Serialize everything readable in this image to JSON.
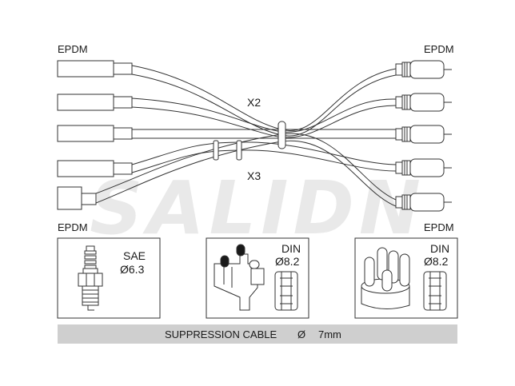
{
  "watermark": "SALIDN",
  "labels": {
    "epdm_top_left": "EPDM",
    "epdm_top_right": "EPDM",
    "epdm_bottom_left": "EPDM",
    "epdm_bottom_right": "EPDM",
    "x2": "X2",
    "x3": "X3"
  },
  "panels": [
    {
      "title": "SAE",
      "size": "Ø6.3"
    },
    {
      "title": "DIN",
      "size": "Ø8.2"
    },
    {
      "title": "DIN",
      "size": "Ø8.2"
    }
  ],
  "footer": {
    "cable_label": "SUPPRESSION CABLE",
    "diameter_symbol": "Ø",
    "diameter_value": "7mm"
  },
  "colors": {
    "line": "#333333",
    "footer_bg": "#cfcfcf",
    "watermark": "#e9e9e9",
    "cap_fill": "#1a1a1a"
  }
}
